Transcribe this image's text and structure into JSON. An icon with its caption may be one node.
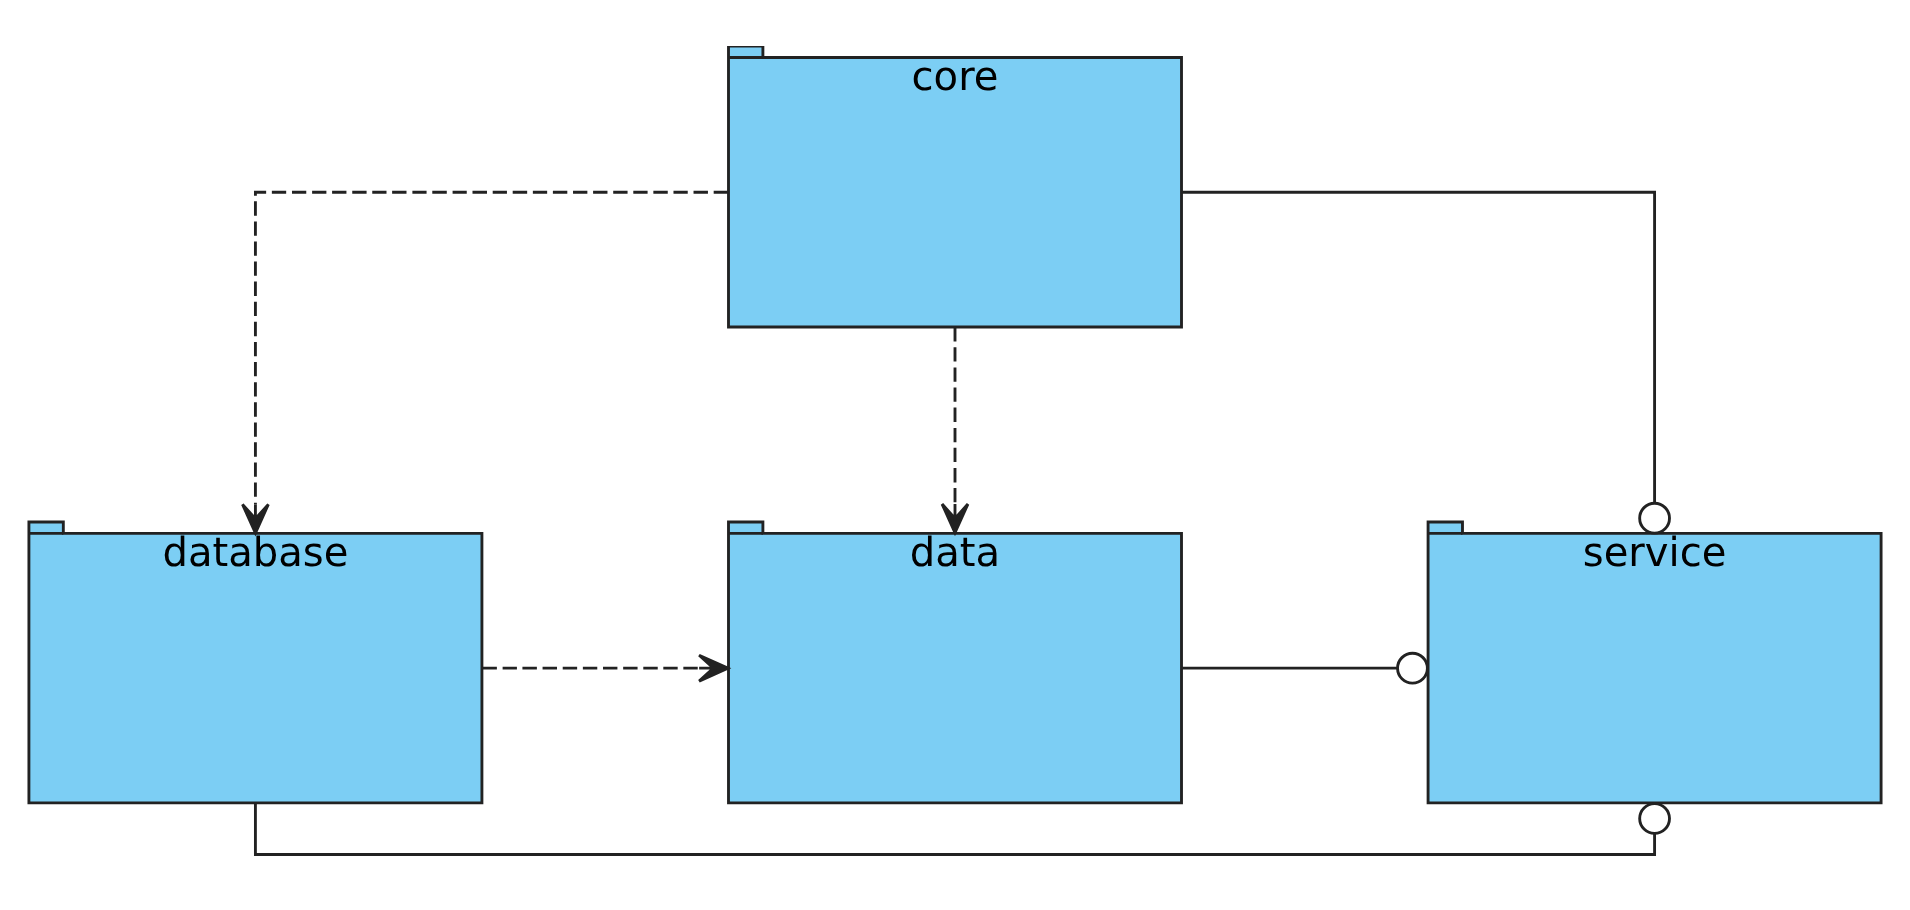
{
  "diagram": {
    "nodes": [
      {
        "text": [
          "database"
        ]
      },
      {
        "text": [
          "data"
        ]
      },
      {
        "text": [
          "service"
        ]
      },
      {
        "text": [
          "core"
        ]
      }
    ],
    "edges": [
      {
        "from": 0,
        "to": 1,
        "arrow": "to",
        "style": "dashed"
      },
      {
        "from": 1,
        "to": 2,
        "arrow": "other"
      },
      {
        "from": 0,
        "to": 2,
        "arrow": "other"
      },
      {
        "from": 3,
        "to": 1,
        "arrow": "to",
        "style": "dashed"
      },
      {
        "from": 3,
        "to": 0,
        "arrow": "to",
        "style": "dashed"
      },
      {
        "from": 3,
        "to": 2,
        "arrow": "other"
      }
    ]
  }
}
